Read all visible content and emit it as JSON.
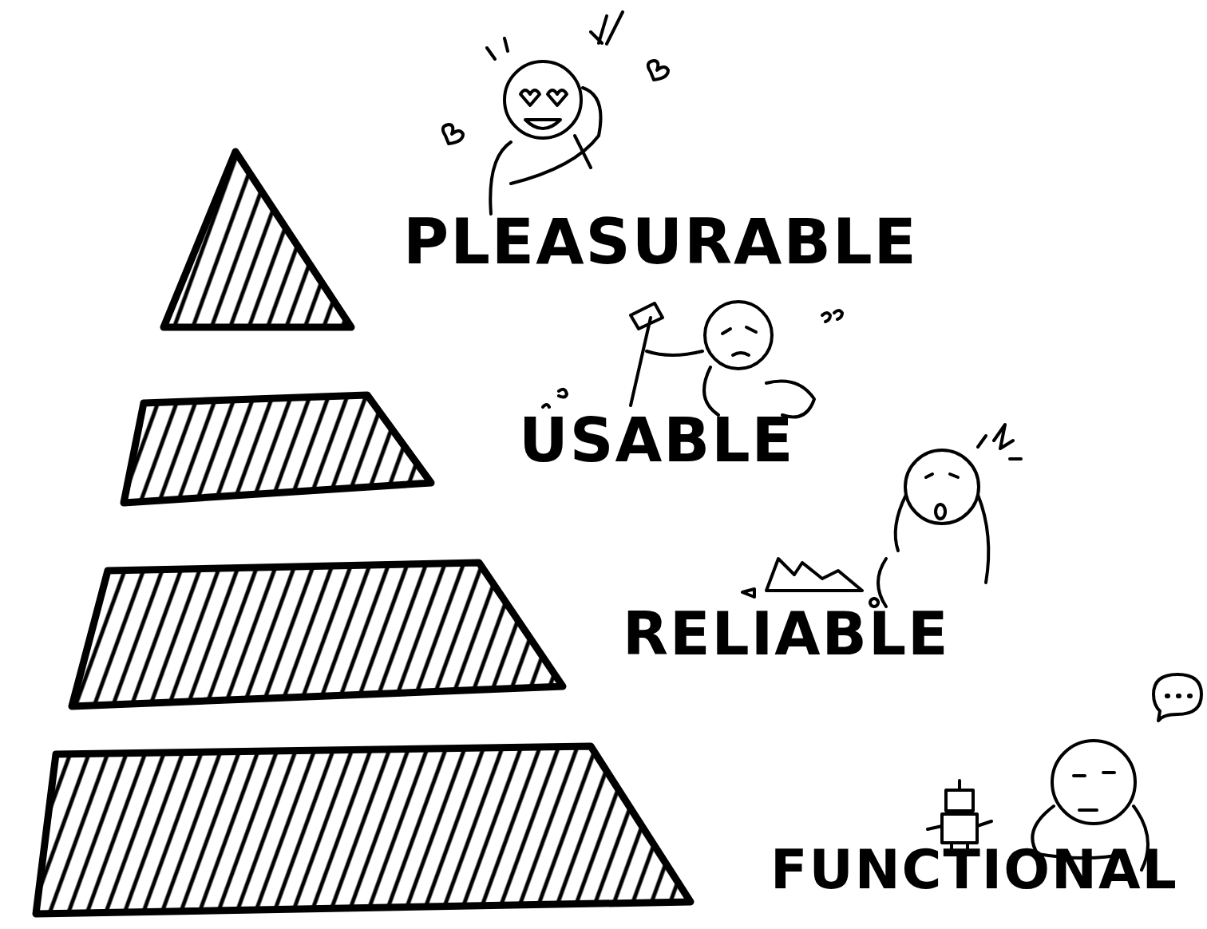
{
  "diagram": {
    "nodes": [
      {
        "text": [
          "PLEASURABLE"
        ]
      },
      {
        "text": [
          "USABLE"
        ]
      },
      {
        "text": [
          "RELIABLE"
        ]
      },
      {
        "text": [
          "FUNCTIONAL"
        ]
      }
    ]
  }
}
